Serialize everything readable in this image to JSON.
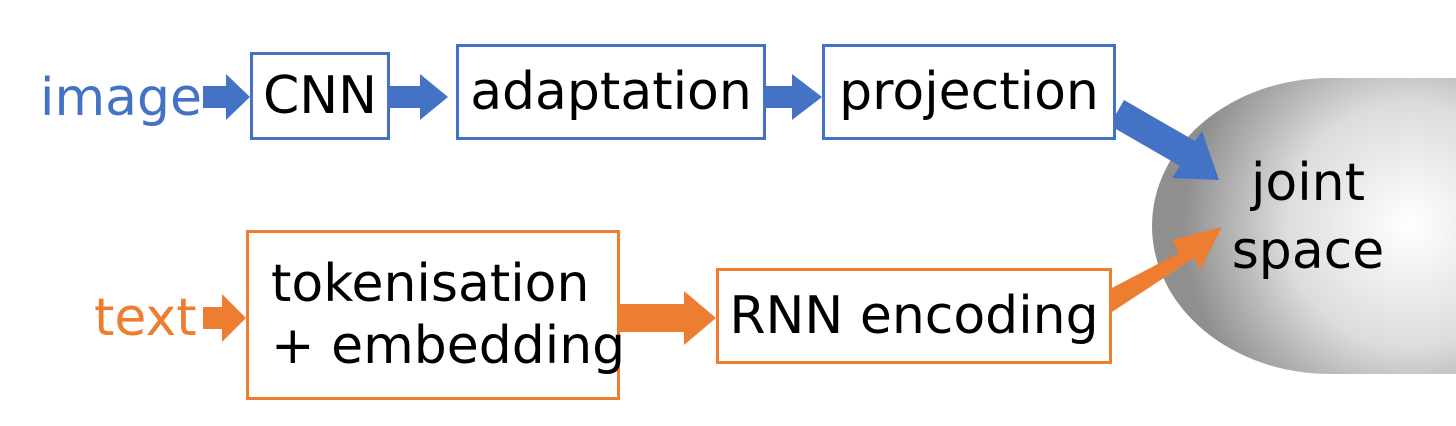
{
  "inputs": {
    "image": "image",
    "text": "text"
  },
  "boxes": {
    "cnn": "CNN",
    "adaptation": "adaptation",
    "projection": "projection",
    "tokenisation_line1": "tokenisation",
    "tokenisation_line2": "+ embedding",
    "rnn": "RNN encoding"
  },
  "target": {
    "line1": "joint",
    "line2": "space"
  },
  "colors": {
    "image_branch": "#4472C4",
    "text_branch": "#ED7D31"
  }
}
